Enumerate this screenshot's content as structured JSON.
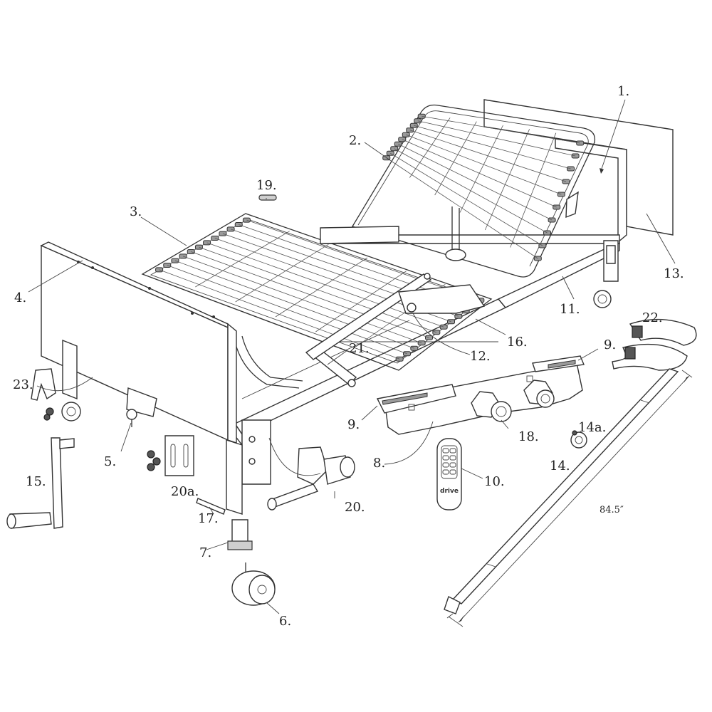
{
  "labels": {
    "l1": "1.",
    "l2": "2.",
    "l3": "3.",
    "l4": "4.",
    "l5": "5.",
    "l6": "6.",
    "l7": "7.",
    "l8": "8.",
    "l9a": "9.",
    "l9b": "9.",
    "l10": "10.",
    "l11": "11.",
    "l12": "12.",
    "l13": "13.",
    "l14": "14.",
    "l14a": "14a.",
    "l15": "15.",
    "l16": "16.",
    "l17": "17.",
    "l18": "18.",
    "l19": "19.",
    "l20": "20.",
    "l20a": "20a.",
    "l21": "21.",
    "l22": "22.",
    "l23": "23."
  },
  "dimension": "84.5″",
  "remote_brand": "drive"
}
